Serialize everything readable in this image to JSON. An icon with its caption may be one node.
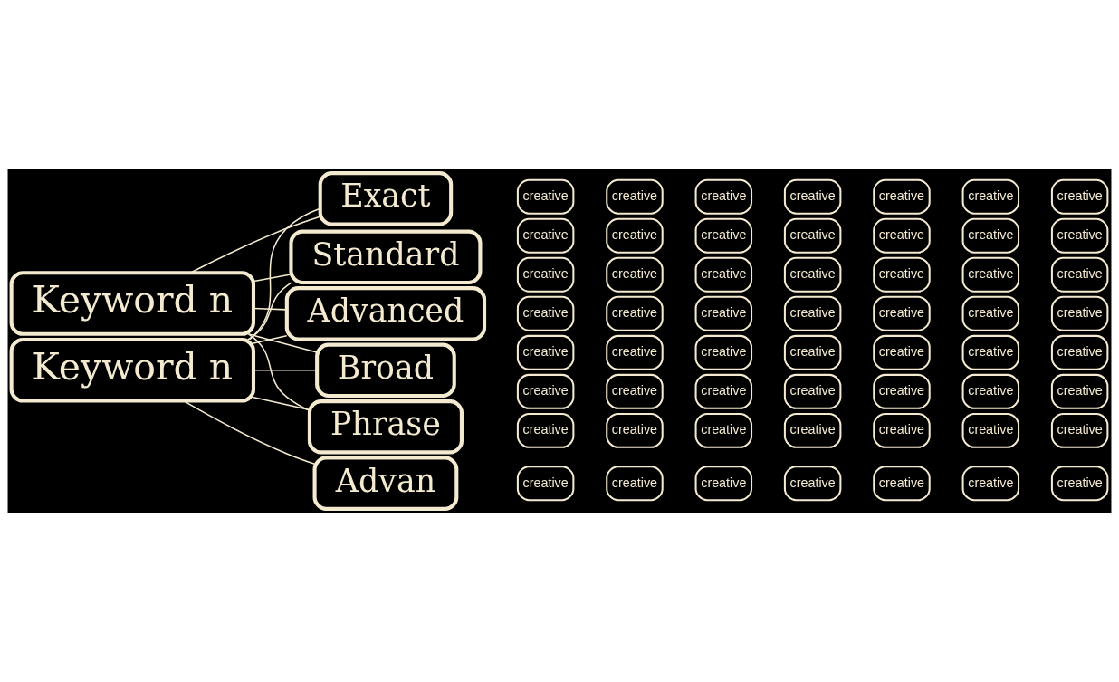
{
  "diagram": {
    "nodes": [
      {
        "text": [
          "Keyword n"
        ]
      },
      {
        "text": [
          "Keyword n"
        ]
      },
      {
        "text": [
          "Broad"
        ]
      },
      {
        "text": [
          "Phrase"
        ]
      },
      {
        "text": [
          "Exact"
        ]
      },
      {
        "text": [
          "Standard"
        ]
      },
      {
        "text": [
          "Advanced"
        ]
      },
      {
        "text": [
          "Advan"
        ]
      },
      {
        "text": [
          "creative"
        ]
      },
      {
        "text": [
          "creative"
        ]
      },
      {
        "text": [
          "creative"
        ]
      },
      {
        "text": [
          "creative"
        ]
      },
      {
        "text": [
          "creative"
        ]
      },
      {
        "text": [
          "creative"
        ]
      },
      {
        "text": [
          "creative"
        ]
      },
      {
        "text": [
          "creative"
        ]
      },
      {
        "text": [
          "creative"
        ]
      },
      {
        "text": [
          "creative"
        ]
      },
      {
        "text": [
          "creative"
        ]
      },
      {
        "text": [
          "creative"
        ]
      },
      {
        "text": [
          "creative"
        ]
      },
      {
        "text": [
          "creative"
        ]
      },
      {
        "text": [
          "creative"
        ]
      },
      {
        "text": [
          "creative"
        ]
      },
      {
        "text": [
          "creative"
        ]
      },
      {
        "text": [
          "creative"
        ]
      },
      {
        "text": [
          "creative"
        ]
      },
      {
        "text": [
          "creative"
        ]
      },
      {
        "text": [
          "creative"
        ]
      },
      {
        "text": [
          "creative"
        ]
      },
      {
        "text": [
          "creative"
        ]
      },
      {
        "text": [
          "creative"
        ]
      },
      {
        "text": [
          "creative"
        ]
      },
      {
        "text": [
          "creative"
        ]
      },
      {
        "text": [
          "creative"
        ]
      },
      {
        "text": [
          "creative"
        ]
      },
      {
        "text": [
          "creative"
        ]
      },
      {
        "text": [
          "creative"
        ]
      },
      {
        "text": [
          "creative"
        ]
      },
      {
        "text": [
          "creative"
        ]
      },
      {
        "text": [
          "creative"
        ]
      },
      {
        "text": [
          "creative"
        ]
      },
      {
        "text": [
          "creative"
        ]
      },
      {
        "text": [
          "creative"
        ]
      },
      {
        "text": [
          "creative"
        ]
      },
      {
        "text": [
          "creative"
        ]
      },
      {
        "text": [
          "creative"
        ]
      },
      {
        "text": [
          "creative"
        ]
      },
      {
        "text": [
          "creative"
        ]
      },
      {
        "text": [
          "creative"
        ]
      },
      {
        "text": [
          "creative"
        ]
      },
      {
        "text": [
          "creative"
        ]
      },
      {
        "text": [
          "creative"
        ]
      },
      {
        "text": [
          "creative"
        ]
      },
      {
        "text": [
          "creative"
        ]
      },
      {
        "text": [
          "creative"
        ]
      },
      {
        "text": [
          "creative"
        ]
      },
      {
        "text": [
          "creative"
        ]
      },
      {
        "text": [
          "creative"
        ]
      },
      {
        "text": [
          "creative"
        ]
      },
      {
        "text": [
          "creative"
        ]
      },
      {
        "text": [
          "creative"
        ]
      },
      {
        "text": [
          "creative"
        ]
      },
      {
        "text": [
          "creative"
        ]
      }
    ],
    "edges": [
      {
        "from": 0,
        "to": 2,
        "arrow": "none"
      },
      {
        "from": 0,
        "to": 3,
        "arrow": "none"
      },
      {
        "from": 0,
        "to": 4,
        "arrow": "none"
      },
      {
        "from": 0,
        "to": 5,
        "arrow": "none"
      },
      {
        "from": 0,
        "to": 6,
        "arrow": "none"
      },
      {
        "from": 1,
        "to": 2,
        "arrow": "none"
      },
      {
        "from": 1,
        "to": 3,
        "arrow": "none"
      },
      {
        "from": 1,
        "to": 4,
        "arrow": "none"
      },
      {
        "from": 1,
        "to": 5,
        "arrow": "none"
      },
      {
        "from": 1,
        "to": 6,
        "arrow": "none"
      },
      {
        "from": 1,
        "to": 7,
        "arrow": "none"
      }
    ]
  }
}
